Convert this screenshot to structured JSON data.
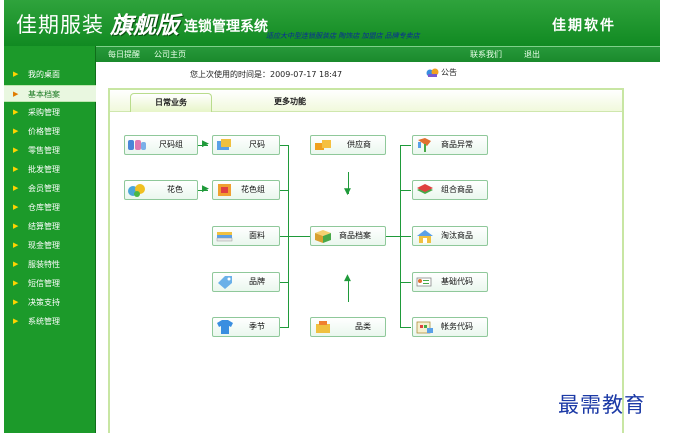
{
  "header": {
    "brand": "佳期服装",
    "edition": "旗舰版",
    "system": "连锁管理系统",
    "slogan": "适应大中型连锁服装店 陶饰店 加盟店 品牌专卖店",
    "company": "佳期软件"
  },
  "topnav": {
    "reminder": "每日提醒",
    "home": "公司主页",
    "contact": "联系我们",
    "exit": "退出"
  },
  "sidebar": {
    "items": [
      {
        "label": "我的桌面"
      },
      {
        "label": "基本档案"
      },
      {
        "label": "采购管理"
      },
      {
        "label": "价格管理"
      },
      {
        "label": "零售管理"
      },
      {
        "label": "批发管理"
      },
      {
        "label": "会员管理"
      },
      {
        "label": "仓库管理"
      },
      {
        "label": "结算管理"
      },
      {
        "label": "现金管理"
      },
      {
        "label": "服装特性"
      },
      {
        "label": "短信管理"
      },
      {
        "label": "决策支持"
      },
      {
        "label": "系统管理"
      }
    ],
    "active_index": 1
  },
  "info": {
    "last_time_label": "您上次使用的时间是：2009-07-17 18:47",
    "notice_label": "公告"
  },
  "tabs": {
    "daily": "日常业务",
    "more": "更多功能"
  },
  "flow": {
    "size_group": "尺码组",
    "size": "尺码",
    "color": "花色",
    "color_group": "花色组",
    "fabric": "面料",
    "brand": "品牌",
    "season": "季节",
    "supplier": "供应商",
    "product_file": "商品档案",
    "category": "品类",
    "product_exception": "商品异常",
    "combo_product": "组合商品",
    "retired_product": "淘汰商品",
    "base_code": "基础代码",
    "finance_code": "帐务代码"
  },
  "watermark": "最需教育",
  "colors": {
    "header_green": "#1a9a2c",
    "sidebar_green": "#1c9a2a",
    "line_green": "#1f9a3a",
    "panel_border": "#c8e6a3"
  }
}
